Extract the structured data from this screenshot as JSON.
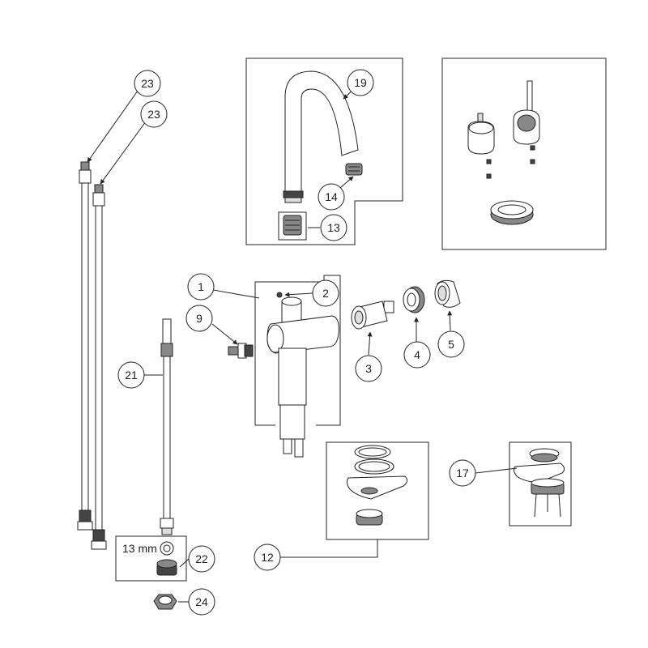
{
  "callouts": {
    "c1": "1",
    "c2": "2",
    "c3": "3",
    "c4": "4",
    "c5": "5",
    "c9": "9",
    "c12": "12",
    "c13": "13",
    "c14": "14",
    "c17": "17",
    "c19": "19",
    "c21": "21",
    "c22": "22",
    "c23a": "23",
    "c23b": "23",
    "c24": "24"
  },
  "labels": {
    "nut_size": "13 mm"
  }
}
